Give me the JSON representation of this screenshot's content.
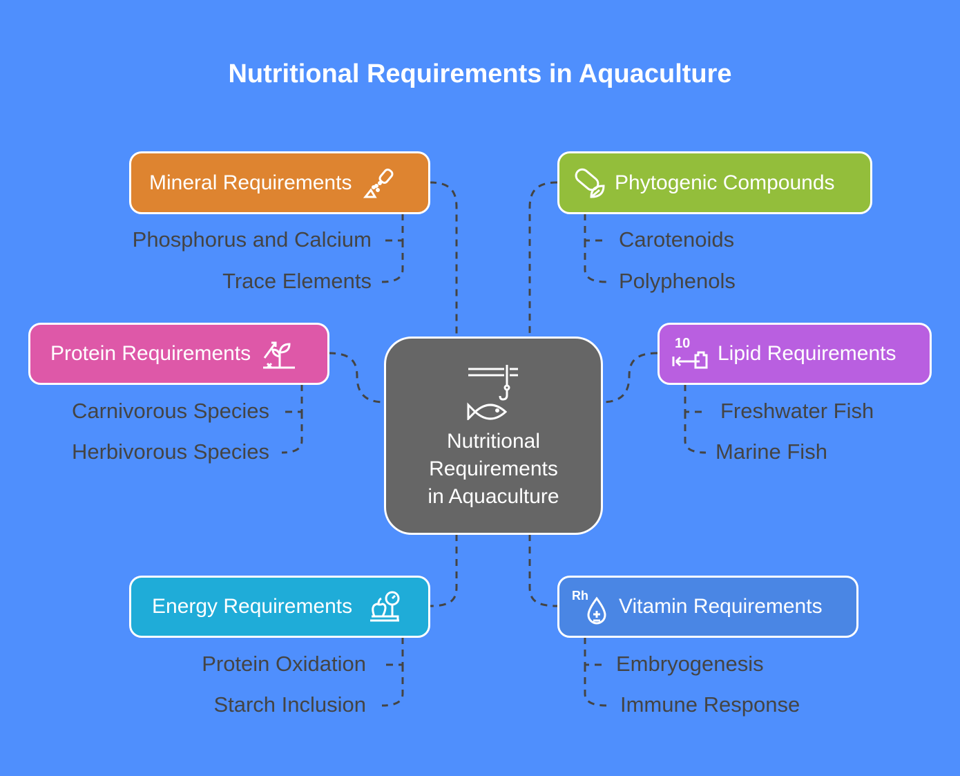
{
  "title": "Nutritional Requirements in Aquaculture",
  "center": {
    "line1": "Nutritional",
    "line2": "Requirements",
    "line3": "in Aquaculture",
    "icon": "fishing-hook-fish-icon"
  },
  "colors": {
    "background": "#4f8ffd",
    "mineral": "#de8430",
    "phytogenic": "#93be3b",
    "protein": "#de58a8",
    "lipid": "#b95fe0",
    "energy": "#1facd8",
    "vitamin": "#4a86e4",
    "center": "#666666",
    "text": "#444444"
  },
  "nodes": {
    "mineral": {
      "label": "Mineral Requirements",
      "icon": "salt-shaker-icon",
      "items": [
        "Phosphorus and Calcium",
        "Trace Elements"
      ]
    },
    "phytogenic": {
      "label": "Phytogenic Compounds",
      "icon": "capsule-leaf-icon",
      "items": [
        "Carotenoids",
        "Polyphenols"
      ]
    },
    "protein": {
      "label": "Protein Requirements",
      "icon": "plant-growth-icon",
      "items": [
        "Carnivorous Species",
        "Herbivorous Species"
      ]
    },
    "lipid": {
      "label": "Lipid Requirements",
      "icon": "measurement-icon",
      "icon_text": "10",
      "items": [
        "Freshwater Fish",
        "Marine Fish"
      ]
    },
    "energy": {
      "label": "Energy Requirements",
      "icon": "food-scale-icon",
      "items": [
        "Protein Oxidation",
        "Starch Inclusion"
      ]
    },
    "vitamin": {
      "label": "Vitamin Requirements",
      "icon": "blood-drop-icon",
      "icon_text": "Rh",
      "items": [
        "Embryogenesis",
        "Immune Response"
      ]
    }
  }
}
